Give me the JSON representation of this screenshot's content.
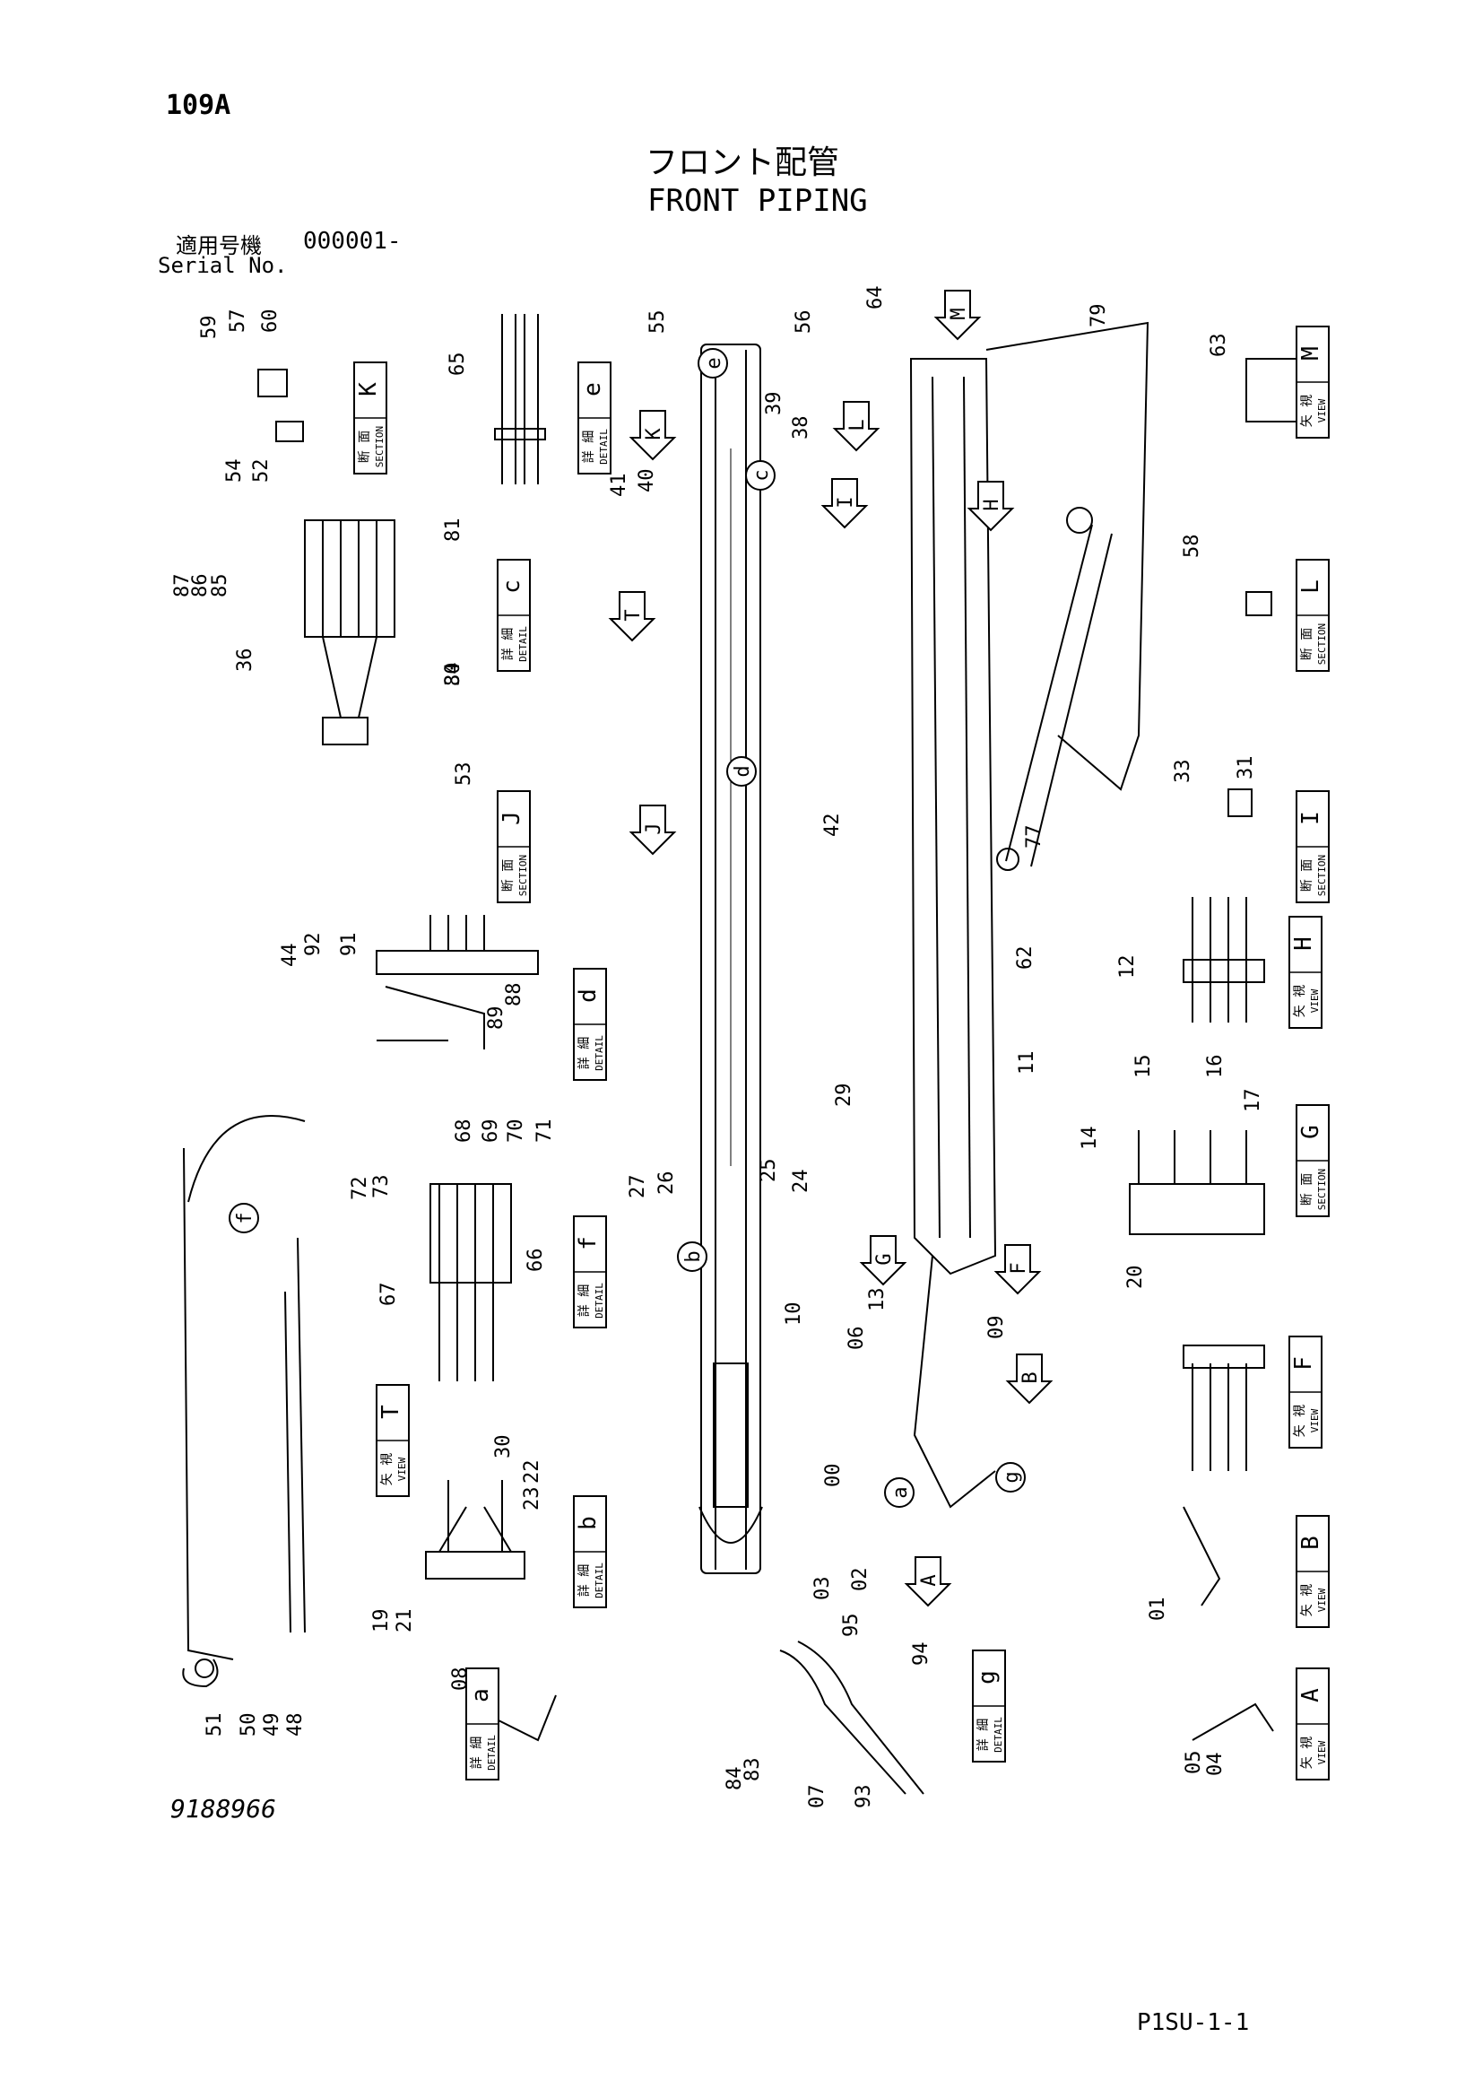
{
  "header": {
    "page_number": "109A",
    "title_jp": "フロント配管",
    "title_en": "FRONT PIPING",
    "serial_label_jp": "適用号機",
    "serial_value": "000001-",
    "serial_label_en": "Serial No."
  },
  "footer": {
    "document_number": "9188966",
    "sheet_code": "P1SU-1-1"
  },
  "view_boxes": [
    {
      "id": "K",
      "jp": "断 面",
      "en": "SECTION"
    },
    {
      "id": "e",
      "jp": "詳 細",
      "en": "DETAIL"
    },
    {
      "id": "M",
      "jp": "矢 視",
      "en": "VIEW"
    },
    {
      "id": "c",
      "jp": "詳 細",
      "en": "DETAIL"
    },
    {
      "id": "L",
      "jp": "断 面",
      "en": "SECTION"
    },
    {
      "id": "J",
      "jp": "断 面",
      "en": "SECTION"
    },
    {
      "id": "I",
      "jp": "断 面",
      "en": "SECTION"
    },
    {
      "id": "d",
      "jp": "詳 細",
      "en": "DETAIL"
    },
    {
      "id": "H",
      "jp": "矢 視",
      "en": "VIEW"
    },
    {
      "id": "f",
      "jp": "詳 細",
      "en": "DETAIL"
    },
    {
      "id": "G",
      "jp": "断 面",
      "en": "SECTION"
    },
    {
      "id": "T",
      "jp": "矢 視",
      "en": "VIEW"
    },
    {
      "id": "F",
      "jp": "矢 視",
      "en": "VIEW"
    },
    {
      "id": "b",
      "jp": "詳 細",
      "en": "DETAIL"
    },
    {
      "id": "B",
      "jp": "矢 視",
      "en": "VIEW"
    },
    {
      "id": "a",
      "jp": "詳 細",
      "en": "DETAIL"
    },
    {
      "id": "g",
      "jp": "詳 細",
      "en": "DETAIL"
    },
    {
      "id": "A",
      "jp": "矢 視",
      "en": "VIEW"
    }
  ],
  "arrow_labels": [
    "M",
    "K",
    "L",
    "I",
    "H",
    "T",
    "J",
    "G",
    "F",
    "B",
    "A"
  ],
  "detail_circles": [
    "e",
    "c",
    "d",
    "b",
    "a",
    "g",
    "f"
  ],
  "part_numbers": [
    "59",
    "57",
    "60",
    "54",
    "52",
    "65",
    "55",
    "56",
    "64",
    "79",
    "63",
    "39",
    "38",
    "41",
    "40",
    "87",
    "86",
    "85",
    "81",
    "34",
    "80",
    "36",
    "58",
    "53",
    "42",
    "33",
    "31",
    "77",
    "44",
    "92",
    "91",
    "88",
    "89",
    "62",
    "12",
    "29",
    "11",
    "68",
    "69",
    "70",
    "71",
    "72",
    "73",
    "27",
    "26",
    "25",
    "24",
    "14",
    "15",
    "16",
    "17",
    "67",
    "66",
    "10",
    "13",
    "20",
    "06",
    "09",
    "00",
    "30",
    "22",
    "23",
    "19",
    "21",
    "03",
    "02",
    "01",
    "51",
    "50",
    "49",
    "48",
    "08",
    "95",
    "94",
    "84",
    "83",
    "07",
    "93",
    "05",
    "04"
  ]
}
